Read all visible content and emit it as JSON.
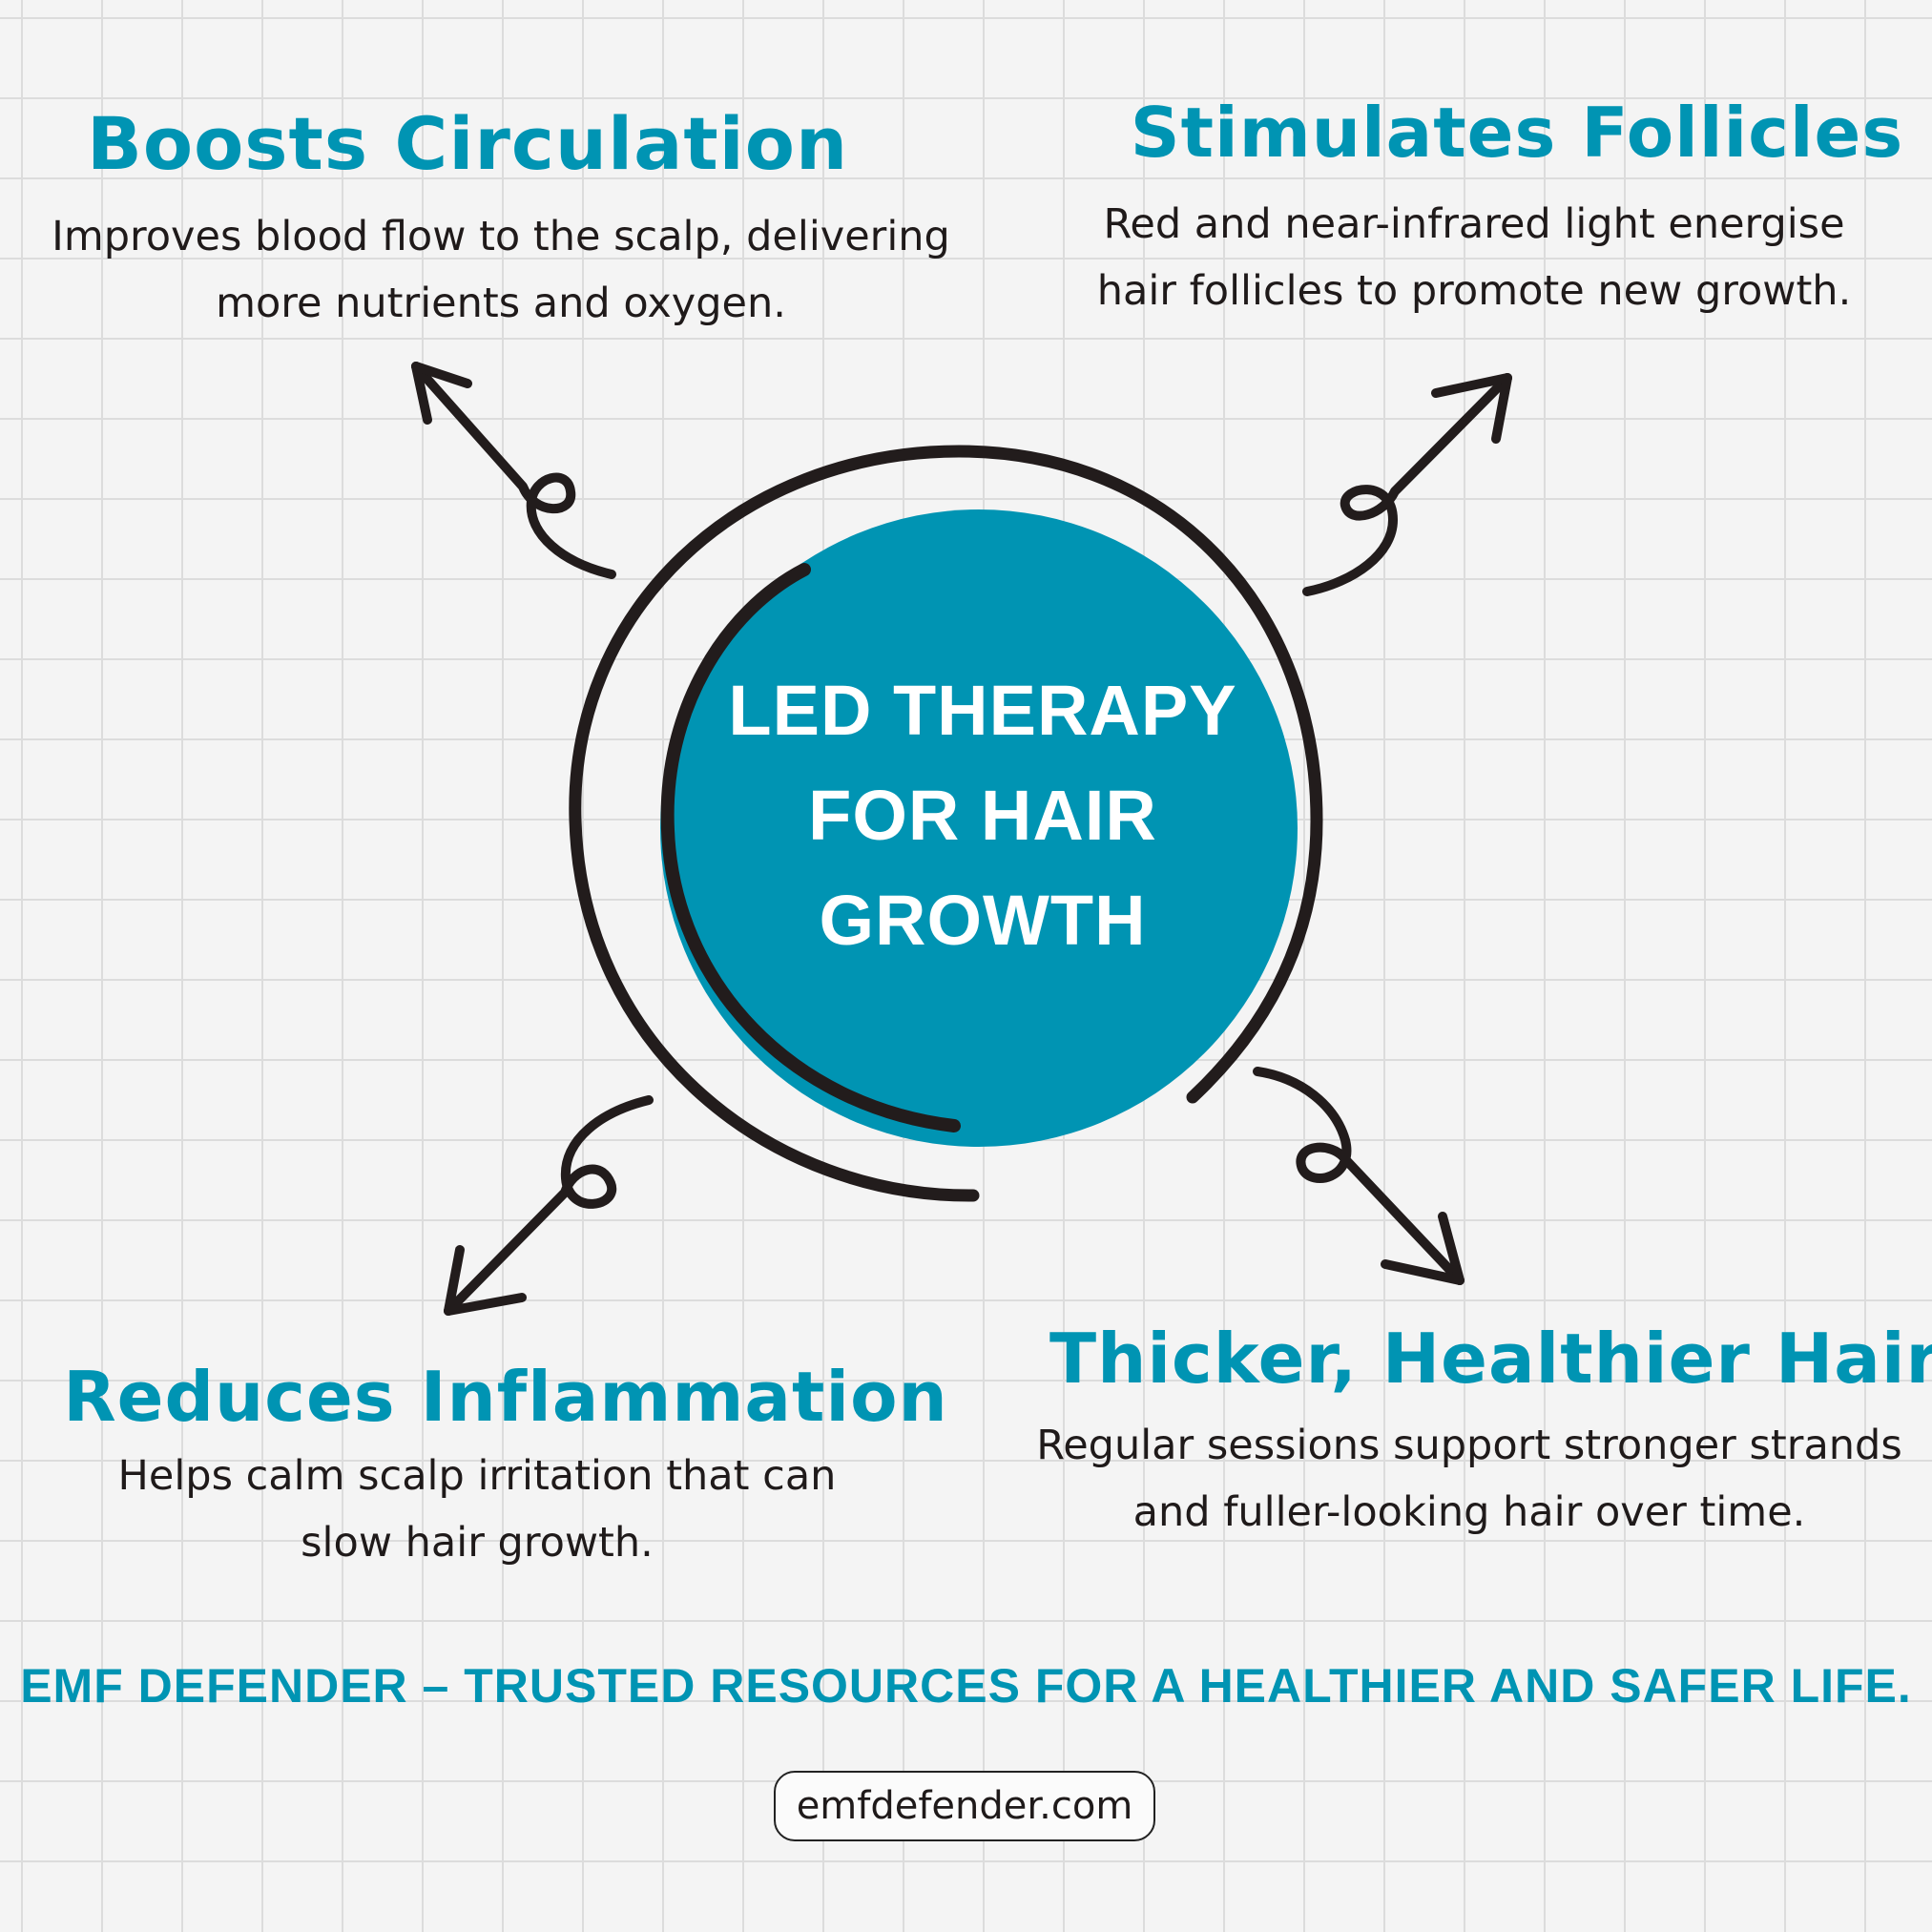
{
  "colors": {
    "accent": "#0094b3",
    "ink": "#221c1c",
    "background": "#f4f4f4"
  },
  "center": {
    "title": "LED THERAPY FOR HAIR GROWTH"
  },
  "benefits": [
    {
      "title": "Boosts Circulation",
      "description": "Improves blood flow to the scalp, delivering more nutrients and oxygen."
    },
    {
      "title": "Stimulates Follicles",
      "description": "Red and near-infrared light energise hair follicles to promote new growth."
    },
    {
      "title": "Reduces Inflammation",
      "description": "Helps calm scalp irritation that can slow hair growth."
    },
    {
      "title": "Thicker, Healthier Hair",
      "description": "Regular sessions support stronger strands and fuller-looking hair over time."
    }
  ],
  "footer": {
    "tagline": "EMF DEFENDER – TRUSTED RESOURCES FOR A HEALTHIER AND SAFER LIFE.",
    "url": "emfdefender.com"
  }
}
